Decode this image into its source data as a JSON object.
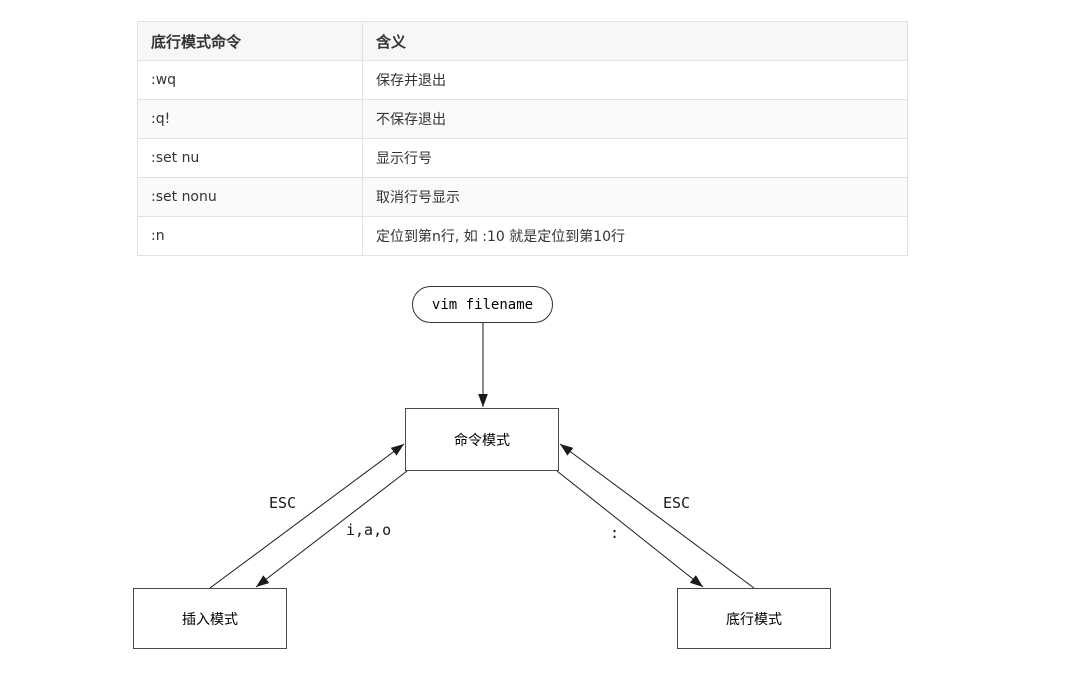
{
  "table": {
    "headers": [
      "底行模式命令",
      "含义"
    ],
    "rows": [
      {
        "command": ":wq",
        "meaning": "保存并退出"
      },
      {
        "command": ":q!",
        "meaning": "不保存退出"
      },
      {
        "command": ":set nu",
        "meaning": "显示行号"
      },
      {
        "command": ":set nonu",
        "meaning": "取消行号显示"
      },
      {
        "command": ":n",
        "meaning": "定位到第n行, 如 :10 就是定位到第10行"
      }
    ]
  },
  "diagram": {
    "start_node": "vim filename",
    "command_mode": "命令模式",
    "insert_mode": "插入模式",
    "lastline_mode": "底行模式",
    "edge_labels": {
      "esc_left": "ESC",
      "insert_keys": "i,a,o",
      "esc_right": "ESC",
      "colon_key": ":"
    }
  },
  "colors": {
    "page_background": "#ffffff",
    "table_header_background": "#f7f7f7",
    "table_stripe_background": "#fafafa",
    "table_border": "#e2e2e2",
    "table_text": "#333333",
    "diagram_stroke": "#1a1a1a"
  }
}
